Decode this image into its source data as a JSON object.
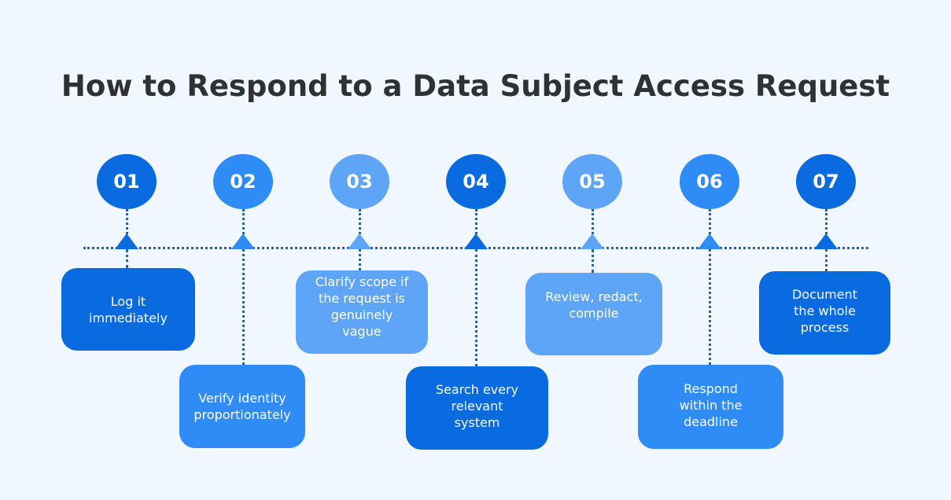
{
  "title": "How to Respond to a Data Subject Access Request",
  "colors": {
    "background": "#f1f7fe",
    "title": "#2f3133",
    "dark_blue": "#0a6ae0",
    "medium_blue": "#2f8bf5",
    "light_blue": "#5fa5f7",
    "connector": "#2c5fa8",
    "text_on_blue": "#ffffff"
  },
  "steps": [
    {
      "number": "01",
      "label": "Log it immediately",
      "lines": [
        "Log it",
        "immediately"
      ],
      "tone": "dark_blue",
      "box_position": "upper"
    },
    {
      "number": "02",
      "label": "Verify identity proportionately",
      "lines": [
        "Verify identity",
        "proportionately"
      ],
      "tone": "medium_blue",
      "box_position": "lower"
    },
    {
      "number": "03",
      "label": "Clarify scope if the request is genuinely vague",
      "lines": [
        "Clarify scope if",
        "the request is",
        "genuinely",
        "vague"
      ],
      "tone": "light_blue",
      "box_position": "upper"
    },
    {
      "number": "04",
      "label": "Search every relevant system",
      "lines": [
        "Search every",
        "relevant",
        "system"
      ],
      "tone": "dark_blue",
      "box_position": "lower"
    },
    {
      "number": "05",
      "label": "Review, redact, compile",
      "lines": [
        "Review, redact,",
        "compile"
      ],
      "tone": "light_blue",
      "box_position": "upper"
    },
    {
      "number": "06",
      "label": "Respond within the deadline",
      "lines": [
        "Respond",
        "within the",
        "deadline"
      ],
      "tone": "medium_blue",
      "box_position": "lower"
    },
    {
      "number": "07",
      "label": "Document the whole process",
      "lines": [
        "Document",
        "the whole",
        "process"
      ],
      "tone": "dark_blue",
      "box_position": "upper"
    }
  ]
}
